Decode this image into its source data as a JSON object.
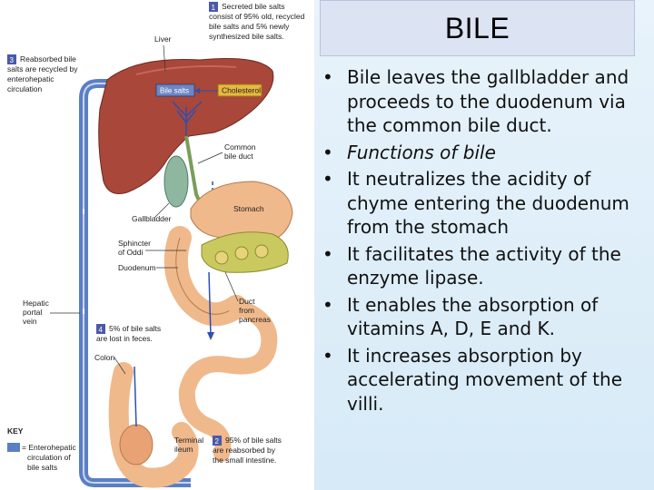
{
  "title": "BILE",
  "bullets": [
    {
      "text": "Bile leaves the gallbladder and proceeds to the duodenum via the common bile duct.",
      "italic": false
    },
    {
      "text": "Functions of bile",
      "italic": true
    },
    {
      "text": "It neutralizes the acidity of chyme entering the duodenum from the stomach",
      "italic": false
    },
    {
      "text": "It facilitates the activity of the enzyme lipase.",
      "italic": false
    },
    {
      "text": "It enables the absorption of vitamins A, D, E and K.",
      "italic": false
    },
    {
      "text": "It increases absorption by accelerating movement of the villi.",
      "italic": false
    }
  ],
  "bullet_char": "•",
  "diagram": {
    "step1": {
      "num": "1",
      "lines": [
        "Secreted bile salts",
        "consist of 95% old, recycled",
        "bile salts and 5% newly",
        "synthesized bile salts."
      ]
    },
    "step2": {
      "num": "2",
      "lines": [
        "95% of bile salts",
        "are reabsorbed by",
        "the small intestine."
      ]
    },
    "step3": {
      "num": "3",
      "lines": [
        "Reabsorbed bile",
        "salts are recycled by",
        "enterohepatic",
        "circulation"
      ]
    },
    "step4": {
      "num": "4",
      "lines": [
        "5% of bile salts",
        "are lost in feces."
      ]
    },
    "labels": {
      "liver": "Liver",
      "bile_salts": "Bile salts",
      "cholesterol": "Cholesterol",
      "common_bile_duct": [
        "Common",
        "bile duct"
      ],
      "stomach": "Stomach",
      "gallbladder": "Gallbladder",
      "sphincter": [
        "Sphincter",
        "of Oddi"
      ],
      "duodenum": "Duodenum",
      "duct_pancreas": [
        "Duct",
        "from",
        "pancreas"
      ],
      "hepatic_portal_vein": [
        "Hepatic",
        "portal",
        "vein"
      ],
      "colon": "Colon",
      "terminal_ileum": [
        "Terminal",
        "ileum"
      ]
    },
    "key": {
      "title": "KEY",
      "lines": [
        "= Enterohepatic",
        "circulation of",
        "bile salts"
      ]
    },
    "colors": {
      "liver": "#a8473a",
      "vein": "#5b7fc4",
      "gallbladder": "#8fb7a0",
      "intestine": "#f0b98c",
      "pancreas": "#c9c960",
      "bile_box": "#6f86c4",
      "chol_box": "#e8b840",
      "step_badge": "#4a5aa8"
    }
  }
}
